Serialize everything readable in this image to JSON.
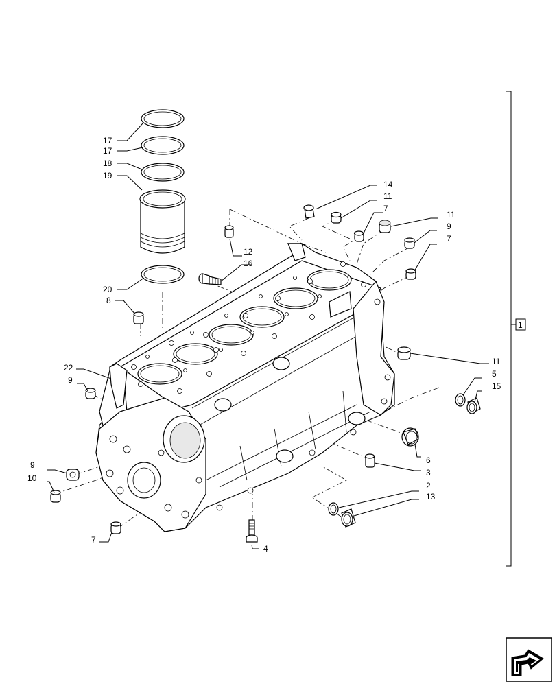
{
  "assembly_callout": "1",
  "callouts": {
    "c17a": "17",
    "c17b": "17",
    "c18": "18",
    "c19": "19",
    "c20": "20",
    "c8": "8",
    "c12": "12",
    "c16": "16",
    "c14": "14",
    "c11a": "11",
    "c7a": "7",
    "c11b": "11",
    "c9a": "9",
    "c7b": "7",
    "c11c": "11",
    "c5": "5",
    "c15": "15",
    "c22": "22",
    "c9b": "9",
    "c6": "6",
    "c3": "3",
    "c9c": "9",
    "c10": "10",
    "c2": "2",
    "c13": "13",
    "c7c": "7",
    "c4": "4"
  },
  "icons": {
    "corner": "next-page-arrow-icon"
  }
}
